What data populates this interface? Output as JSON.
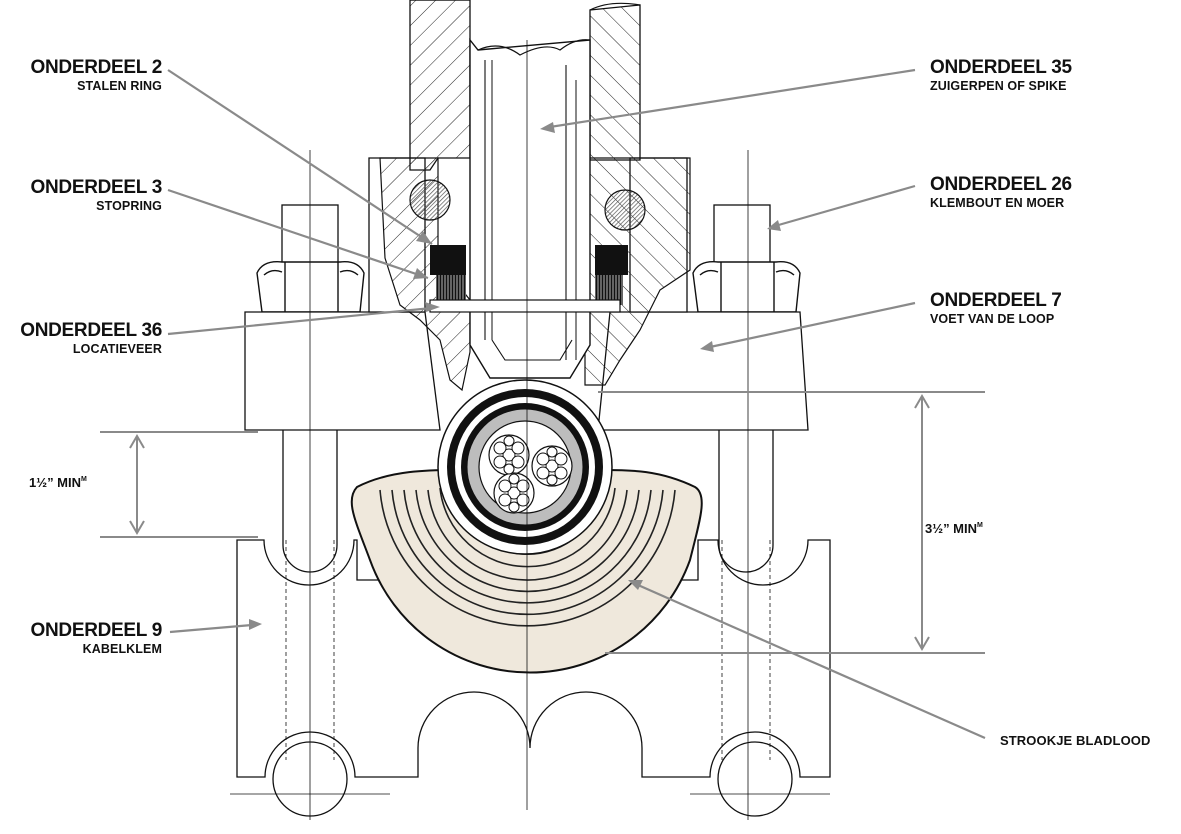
{
  "labels": {
    "part2": {
      "title": "ONDERDEEL 2",
      "sub": "STALEN RING"
    },
    "part3": {
      "title": "ONDERDEEL 3",
      "sub": "STOPRING"
    },
    "part36": {
      "title": "ONDERDEEL 36",
      "sub": "LOCATIEVEER"
    },
    "part9": {
      "title": "ONDERDEEL 9",
      "sub": "KABELKLEM"
    },
    "part35": {
      "title": "ONDERDEEL 35",
      "sub": "ZUIGERPEN OF SPIKE"
    },
    "part26": {
      "title": "ONDERDEEL 26",
      "sub": "KLEMBOUT EN MOER"
    },
    "part7": {
      "title": "ONDERDEEL 7",
      "sub": "VOET VAN DE LOOP"
    },
    "lead": {
      "title": "STROOKJE BLADLOOD"
    }
  },
  "dimensions": {
    "min_left": {
      "value": "1½” MIN",
      "suffix": "M"
    },
    "min_right": {
      "value": "3½” MIN",
      "suffix": "M"
    }
  },
  "colors": {
    "leader": "#8a8a8a",
    "line": "#111111",
    "lead_fill": "#efe8dc",
    "cable_fill": "#bdbdbd",
    "seal": "#111111"
  }
}
